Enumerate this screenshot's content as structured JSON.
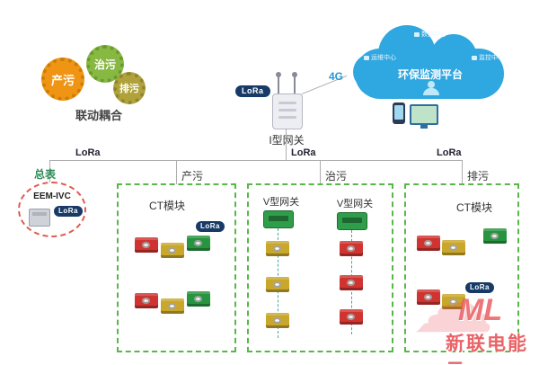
{
  "colors": {
    "gear_orange": "#ef9413",
    "gear_green": "#86b842",
    "gear_olive": "#b0a23a",
    "cloud_blue": "#2fa7e0",
    "badge_navy": "#173a66",
    "module_red": "#cf3430",
    "module_yellow": "#c9a72a",
    "module_green": "#27943f",
    "vgw_green": "#2f9e4a",
    "zone_border": "#57b847",
    "master_border": "#e05a52",
    "watermark_red": "#e5484d"
  },
  "gears": {
    "produce": "产污",
    "treat": "治污",
    "discharge": "排污",
    "caption": "联动耦合"
  },
  "gateway": {
    "name": "I型网关",
    "lora": "LoRa",
    "g4": "4G"
  },
  "cloud": {
    "title": "环保监测平台",
    "node_top": "数据中心",
    "node_left": "运维中心",
    "node_right": "监控中心"
  },
  "links": {
    "lora_left": "LoRa",
    "lora_mid": "LoRa",
    "lora_right": "LoRa"
  },
  "master": {
    "title": "总表",
    "device": "EEM-IVC",
    "lora": "LoRa"
  },
  "boxes": {
    "produce": {
      "title": "产污",
      "module_label": "CT模块",
      "lora": "LoRa"
    },
    "treat": {
      "title": "治污",
      "gateway1": "V型网关",
      "gateway2": "V型网关"
    },
    "discharge": {
      "title": "排污",
      "module_label": "CT模块",
      "lora": "LoRa"
    }
  },
  "watermark": {
    "logo": "ML",
    "brand": "新联电能云",
    "cloud_glyph": "☁"
  }
}
